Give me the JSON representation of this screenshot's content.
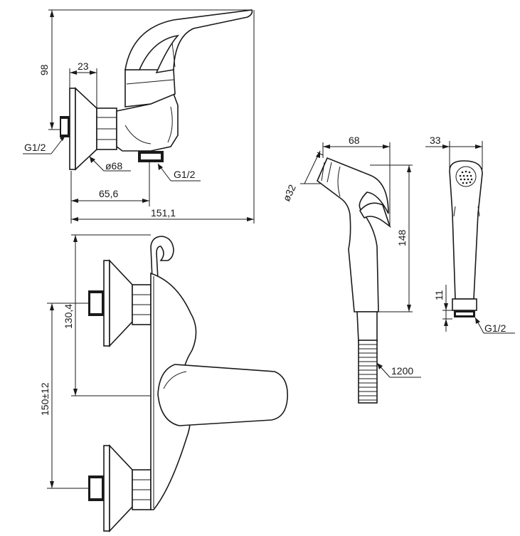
{
  "dimensions": {
    "top_height": "98",
    "flange_offset": "23",
    "inlet_thread": "G1/2",
    "flange_diameter": "ø68",
    "outlet_thread": "G1/2",
    "outlet_offset": "65,6",
    "total_length": "151,1",
    "hand_head_diameter": "ø32",
    "hand_width": "68",
    "hand_length": "148",
    "hand_depth": "33",
    "hand_thread_length": "11",
    "hand_thread": "G1/2",
    "hose_length": "1200",
    "front_height": "130,4",
    "center_distance": "150±12"
  }
}
